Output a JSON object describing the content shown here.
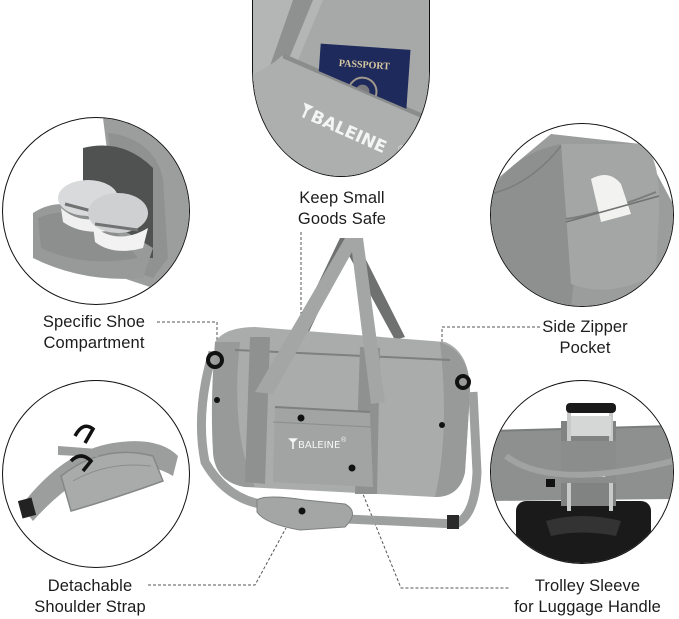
{
  "brand": {
    "name": "BALEINE",
    "registered_mark": "®",
    "logo_glyph": "whale-tail-icon"
  },
  "colors": {
    "bag_body": "#a9acaa",
    "bag_shadow": "#8d908e",
    "bag_dark": "#6e716f",
    "strap": "#9da09e",
    "passport_blue": "#1f2a5c",
    "passport_gold": "#d7c9a0",
    "luggage_black": "#1a1a1a",
    "outline": "#111111",
    "leader_line": "#555555"
  },
  "callouts": [
    {
      "id": "small-goods",
      "title_line1": "Keep Small",
      "title_line2": "Goods Safe",
      "inset": "passport-pocket"
    },
    {
      "id": "shoe",
      "title_line1": "Specific Shoe",
      "title_line2": "Compartment",
      "inset": "shoe-compartment"
    },
    {
      "id": "side-pocket",
      "title_line1": "Side Zipper",
      "title_line2": "Pocket",
      "inset": "side-zipper-pocket"
    },
    {
      "id": "strap",
      "title_line1": "Detachable",
      "title_line2": "Shoulder Strap",
      "inset": "shoulder-strap"
    },
    {
      "id": "trolley",
      "title_line1": "Trolley Sleeve",
      "title_line2": "for Luggage Handle",
      "inset": "trolley-sleeve"
    }
  ],
  "passport": {
    "label": "PASSPORT"
  }
}
